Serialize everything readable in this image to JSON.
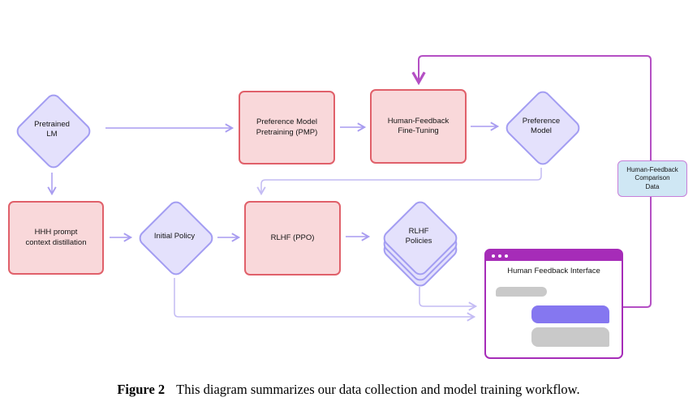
{
  "colors": {
    "box-fill": "#f9d8da",
    "box-border": "#e0606a",
    "diamond-fill": "#e4e1fc",
    "diamond-border": "#a39df2",
    "arrow": "#a89cf0",
    "loop": "#c4bcf4",
    "magenta": "#b44fc4",
    "window-accent": "#a62cb8",
    "data-box-fill": "#cfe7f4",
    "data-box-border": "#c77fd9",
    "bubble-purple": "#8577f0",
    "bubble-gray": "#c9c9c9"
  },
  "nodes": {
    "pretrained_lm": "Pretrained\nLM",
    "pmp": "Preference Model\nPretraining (PMP)",
    "hf_finetuning": "Human-Feedback\nFine-Tuning",
    "preference_model": "Preference\nModel",
    "hhh_distillation": "HHH prompt\ncontext distillation",
    "initial_policy": "Initial Policy",
    "rlhf_ppo": "RLHF (PPO)",
    "rlhf_policies": "RLHF\nPolicies",
    "comparison_data": "Human-Feedback\nComparison\nData"
  },
  "window": {
    "title": "Human Feedback Interface"
  },
  "caption": {
    "label": "Figure 2",
    "text": "This diagram summarizes our data collection and model training workflow."
  }
}
